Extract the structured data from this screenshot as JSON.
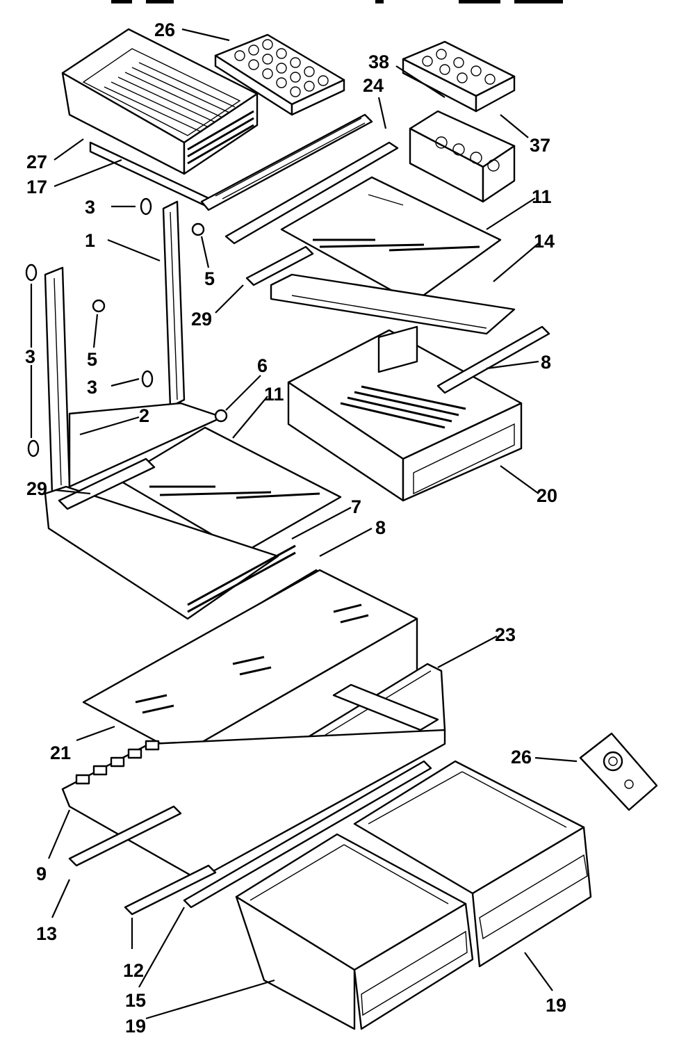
{
  "diagram": {
    "callouts": [
      {
        "id": "c26a",
        "text": "26"
      },
      {
        "id": "c38",
        "text": "38"
      },
      {
        "id": "c24",
        "text": "24"
      },
      {
        "id": "c37",
        "text": "37"
      },
      {
        "id": "c27",
        "text": "27"
      },
      {
        "id": "c17",
        "text": "17"
      },
      {
        "id": "c3a",
        "text": "3"
      },
      {
        "id": "c1",
        "text": "1"
      },
      {
        "id": "c5a",
        "text": "5"
      },
      {
        "id": "c11a",
        "text": "11"
      },
      {
        "id": "c14",
        "text": "14"
      },
      {
        "id": "c29a",
        "text": "29"
      },
      {
        "id": "c3b",
        "text": "3"
      },
      {
        "id": "c5b",
        "text": "5"
      },
      {
        "id": "c3c",
        "text": "3"
      },
      {
        "id": "c6",
        "text": "6"
      },
      {
        "id": "c11b",
        "text": "11"
      },
      {
        "id": "c8a",
        "text": "8"
      },
      {
        "id": "c2",
        "text": "2"
      },
      {
        "id": "c20",
        "text": "20"
      },
      {
        "id": "c29b",
        "text": "29"
      },
      {
        "id": "c7",
        "text": "7"
      },
      {
        "id": "c8b",
        "text": "8"
      },
      {
        "id": "c23",
        "text": "23"
      },
      {
        "id": "c21",
        "text": "21"
      },
      {
        "id": "c26b",
        "text": "26"
      },
      {
        "id": "c9",
        "text": "9"
      },
      {
        "id": "c13",
        "text": "13"
      },
      {
        "id": "c12",
        "text": "12"
      },
      {
        "id": "c15",
        "text": "15"
      },
      {
        "id": "c19a",
        "text": "19"
      },
      {
        "id": "c19b",
        "text": "19"
      }
    ]
  }
}
